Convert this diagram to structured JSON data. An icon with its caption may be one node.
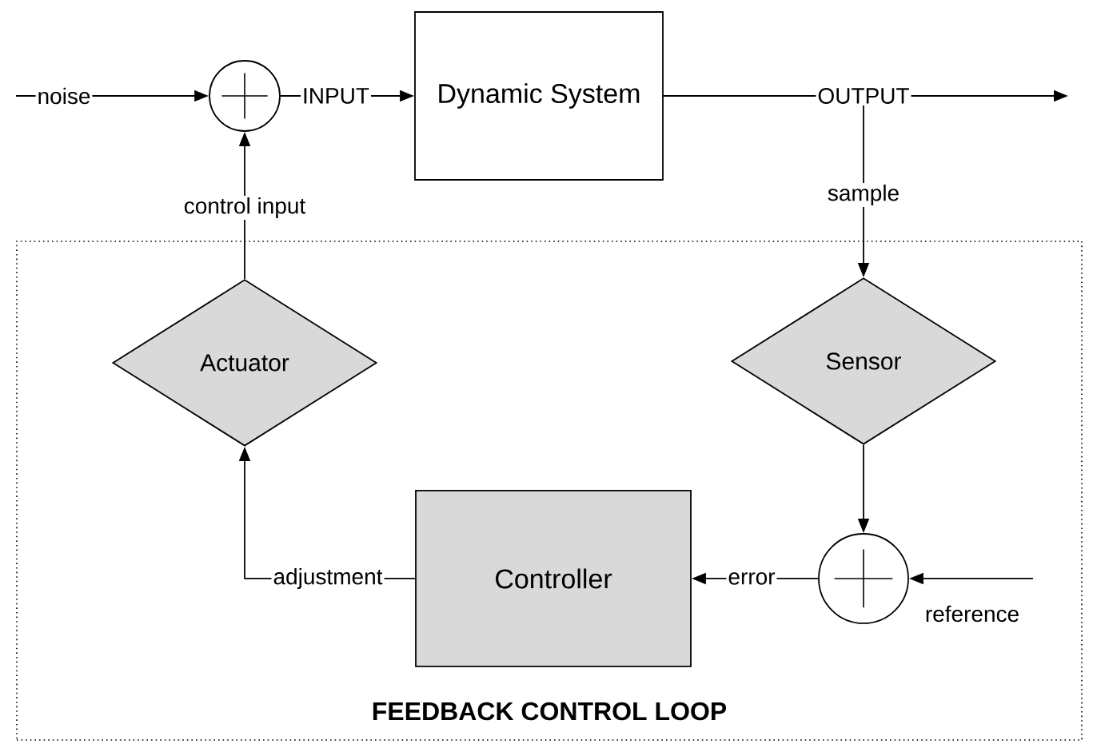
{
  "diagram": {
    "nodes": [
      {
        "text": [],
        "shape": "circle"
      },
      {
        "text": [
          "Dynamic System"
        ]
      },
      {
        "text": [
          "FEEDBACK CONTROL LOOP"
        ]
      },
      {
        "text": [
          "Actuator"
        ],
        "in": 2
      },
      {
        "text": [
          "Sensor"
        ],
        "in": 2
      },
      {
        "text": [
          "Controller"
        ],
        "in": 2
      },
      {
        "text": [],
        "shape": "circle",
        "in": 2
      }
    ],
    "edges": [
      {
        "from": null,
        "to": 0,
        "arrow": "to",
        "label": "noise"
      },
      {
        "from": 0,
        "to": 1,
        "arrow": "to",
        "label": "INPUT"
      },
      {
        "from": 1,
        "to": null,
        "arrow": "to",
        "label": "OUTPUT"
      },
      {
        "from": 1,
        "to": 4,
        "arrow": "to",
        "label": "sample"
      },
      {
        "from": 3,
        "to": 0,
        "arrow": "to",
        "label": "control input"
      },
      {
        "from": 4,
        "to": 6,
        "arrow": "to"
      },
      {
        "from": null,
        "to": 6,
        "arrow": "to",
        "label": "reference"
      },
      {
        "from": 6,
        "to": 5,
        "arrow": "to",
        "label": "error"
      },
      {
        "from": 5,
        "to": 3,
        "arrow": "to",
        "label": "adjustment"
      }
    ]
  }
}
